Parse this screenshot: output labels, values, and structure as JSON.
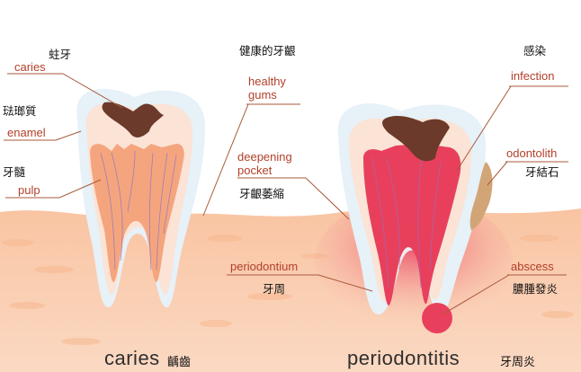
{
  "labels": {
    "caries_zh": "蛀牙",
    "caries_en": "caries",
    "enamel_zh": "琺瑯質",
    "enamel_en": "enamel",
    "pulp_zh": "牙髓",
    "pulp_en": "pulp",
    "healthy_gums_zh": "健康的牙齦",
    "healthy_gums_en_1": "healthy",
    "healthy_gums_en_2": "gums",
    "deepening_pocket_en_1": "deepening",
    "deepening_pocket_en_2": "pocket",
    "deepening_pocket_zh": "牙齦萎縮",
    "periodontium_en": "periodontium",
    "periodontium_zh": "牙周",
    "infection_zh": "感染",
    "infection_en": "infection",
    "odontolith_en": "odontolith",
    "odontolith_zh": "牙結石",
    "abscess_en": "abscess",
    "abscess_zh": "膿腫發炎"
  },
  "captions": {
    "caries_en": "caries",
    "caries_zh": "齲齒",
    "periodontitis_en": "periodontitis",
    "periodontitis_zh": "牙周炎"
  },
  "colors": {
    "label_en": "#b2402a",
    "gum": "#f9c4a2",
    "enamel": "#e6f1f8",
    "decay": "#6b3a2a",
    "infection": "#e8405c"
  }
}
